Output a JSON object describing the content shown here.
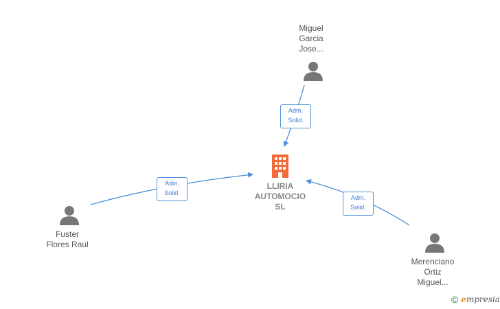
{
  "center": {
    "name_lines": [
      "LLIRIA",
      "AUTOMOCIO",
      "SL"
    ],
    "color": "#f26b3a"
  },
  "persons": [
    {
      "id": "miguel-garcia",
      "name_lines": [
        "Miguel",
        "Garcia",
        "Jose..."
      ]
    },
    {
      "id": "fuster-flores",
      "name_lines": [
        "Fuster",
        "Flores Raul"
      ]
    },
    {
      "id": "merenciano-ortiz",
      "name_lines": [
        "Merenciano",
        "Ortiz",
        "Miguel..."
      ]
    }
  ],
  "edges": [
    {
      "from": "miguel-garcia",
      "label_lines": [
        "Adm.",
        "Solid."
      ]
    },
    {
      "from": "fuster-flores",
      "label_lines": [
        "Adm.",
        "Solid."
      ]
    },
    {
      "from": "merenciano-ortiz",
      "label_lines": [
        "Adm.",
        "Solid."
      ]
    }
  ],
  "colors": {
    "edge": "#4a90d9",
    "person_icon": "#777777"
  },
  "footer": {
    "copyright_symbol": "©",
    "brand_initial": "e",
    "brand_rest": "mpresia"
  }
}
